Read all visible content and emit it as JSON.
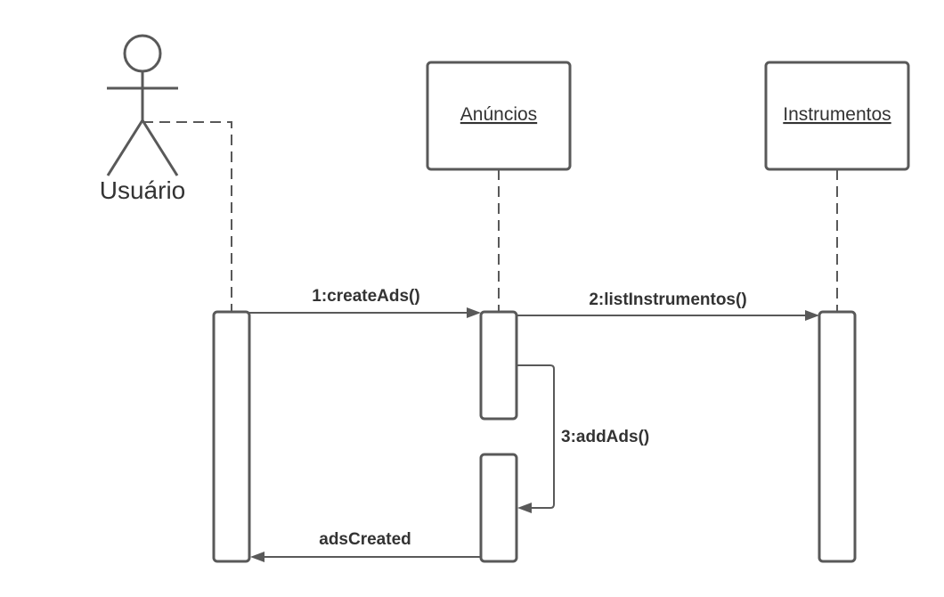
{
  "actor": {
    "label": "Usuário"
  },
  "participants": [
    {
      "label": "Anúncios"
    },
    {
      "label": "Instrumentos"
    }
  ],
  "messages": [
    {
      "label": "1:createAds()",
      "kind": "synchronous"
    },
    {
      "label": "2:listInstrumentos()",
      "kind": "synchronous"
    },
    {
      "label": "3:addAds()",
      "kind": "self-call"
    },
    {
      "label": "adsCreated",
      "kind": "return"
    }
  ],
  "colors": {
    "stroke": "#595959",
    "text": "#333333",
    "background": "#ffffff"
  }
}
